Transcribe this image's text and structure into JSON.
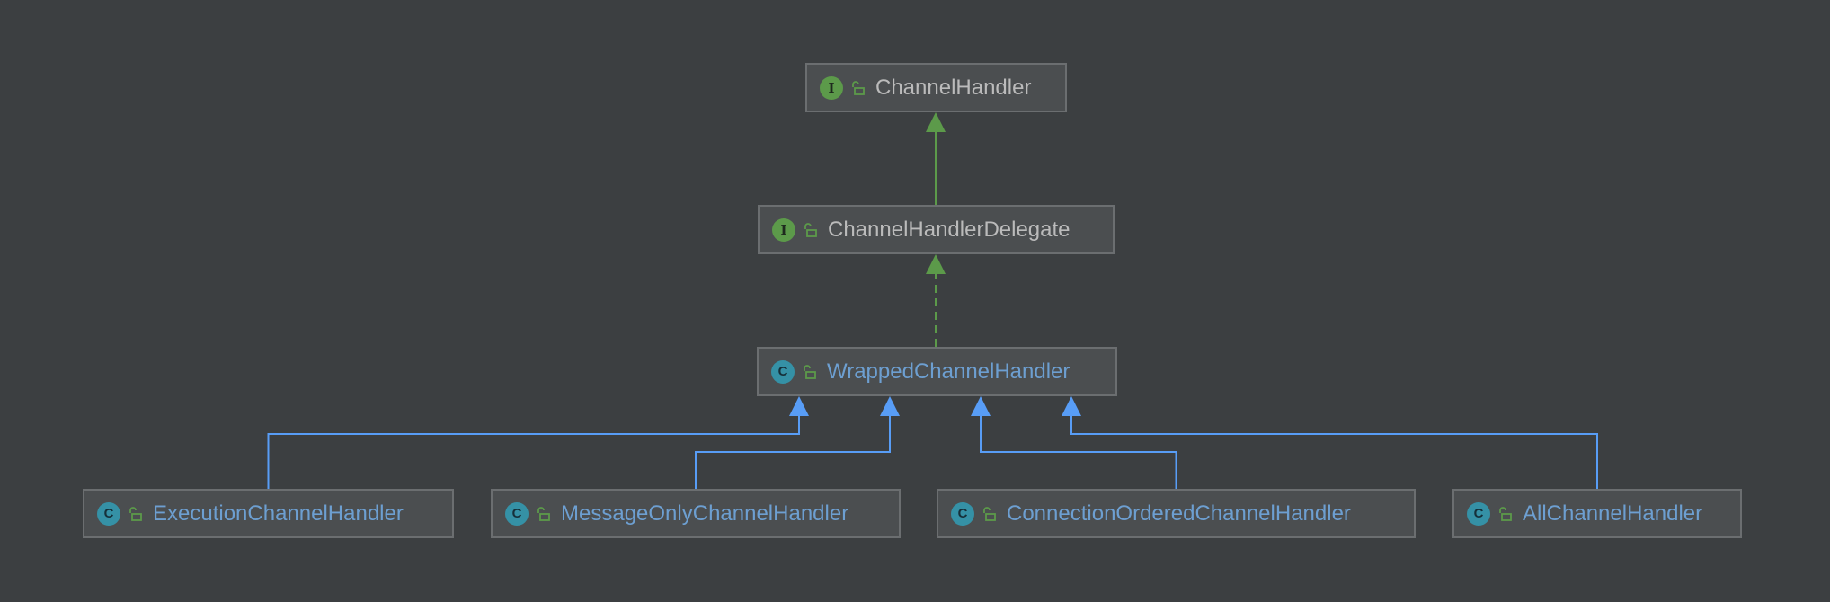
{
  "colors": {
    "background": "#3c3f41",
    "interface_badge": "#5c9a4a",
    "class_badge": "#3591a6",
    "interface_text": "#bbbbbb",
    "class_text": "#6d9fd1",
    "implements_edge": "#5c9a4a",
    "extends_edge": "#589df6"
  },
  "nodes": [
    {
      "id": "channel-handler",
      "kind": "interface",
      "badge": "I",
      "label": "ChannelHandler",
      "icon": "unlocked-padlock-icon"
    },
    {
      "id": "channel-handler-delegate",
      "kind": "interface",
      "badge": "I",
      "label": "ChannelHandlerDelegate",
      "icon": "unlocked-padlock-icon"
    },
    {
      "id": "wrapped-channel-handler",
      "kind": "class",
      "badge": "C",
      "label": "WrappedChannelHandler",
      "icon": "unlocked-padlock-icon"
    },
    {
      "id": "execution-channel-handler",
      "kind": "class",
      "badge": "C",
      "label": "ExecutionChannelHandler",
      "icon": "unlocked-padlock-icon"
    },
    {
      "id": "message-only-channel-handler",
      "kind": "class",
      "badge": "C",
      "label": "MessageOnlyChannelHandler",
      "icon": "unlocked-padlock-icon"
    },
    {
      "id": "connection-ordered-channel-handler",
      "kind": "class",
      "badge": "C",
      "label": "ConnectionOrderedChannelHandler",
      "icon": "unlocked-padlock-icon"
    },
    {
      "id": "all-channel-handler",
      "kind": "class",
      "badge": "C",
      "label": "AllChannelHandler",
      "icon": "unlocked-padlock-icon"
    }
  ],
  "edges": [
    {
      "from": "channel-handler-delegate",
      "to": "channel-handler",
      "style": "extends-interface"
    },
    {
      "from": "wrapped-channel-handler",
      "to": "channel-handler-delegate",
      "style": "implements"
    },
    {
      "from": "execution-channel-handler",
      "to": "wrapped-channel-handler",
      "style": "extends"
    },
    {
      "from": "message-only-channel-handler",
      "to": "wrapped-channel-handler",
      "style": "extends"
    },
    {
      "from": "connection-ordered-channel-handler",
      "to": "wrapped-channel-handler",
      "style": "extends"
    },
    {
      "from": "all-channel-handler",
      "to": "wrapped-channel-handler",
      "style": "extends"
    }
  ]
}
